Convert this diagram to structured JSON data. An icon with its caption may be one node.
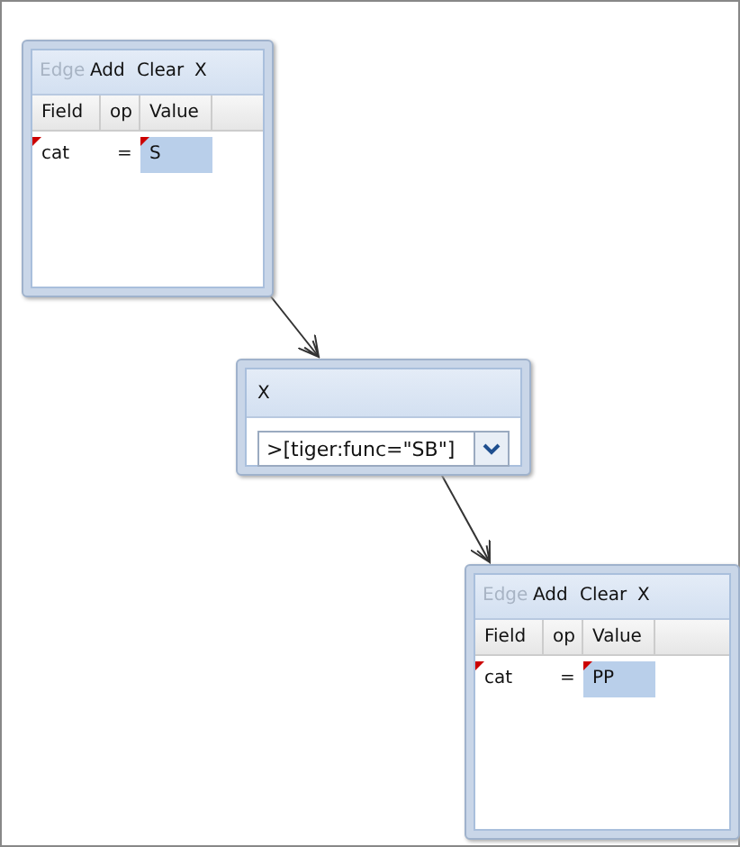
{
  "diagram": {
    "nodes": [
      {
        "text": [
          "Edge",
          "Add",
          "Clear",
          "X",
          "Field",
          "op",
          "Value",
          "cat",
          "=",
          "S"
        ]
      },
      {
        "text": [
          "X",
          ">[tiger:func=\"SB\"]"
        ]
      },
      {
        "text": [
          "Edge",
          "Add",
          "Clear",
          "X",
          "Field",
          "op",
          "Value",
          "cat",
          "=",
          "PP"
        ]
      }
    ],
    "edges": [
      {
        "from": 0,
        "to": 1,
        "arrow": "to"
      },
      {
        "from": 1,
        "to": 2,
        "arrow": "to"
      }
    ]
  }
}
